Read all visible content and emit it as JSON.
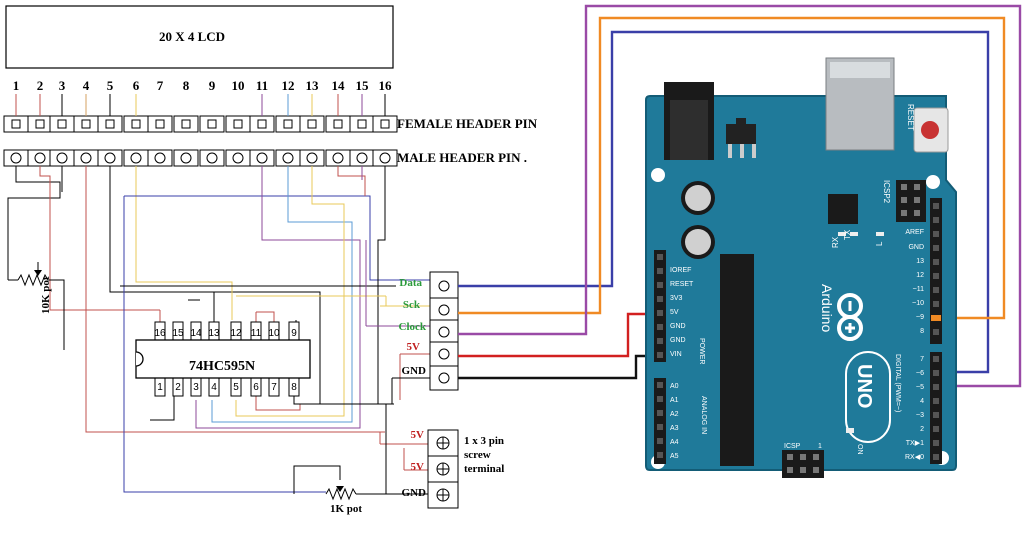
{
  "lcd": {
    "title": "20 X 4 LCD",
    "pins": [
      "1",
      "2",
      "3",
      "4",
      "5",
      "6",
      "7",
      "8",
      "9",
      "10",
      "11",
      "12",
      "13",
      "14",
      "15",
      "16"
    ]
  },
  "headers": {
    "female": "FEMALE HEADER PIN",
    "male": "MALE HEADER PIN ."
  },
  "pot10k": "10K pot",
  "pot1k": "1K pot",
  "ic": {
    "name": "74HC595N",
    "top_pins": [
      "16",
      "15",
      "14",
      "13",
      "12",
      "11",
      "10",
      "9"
    ],
    "bottom_pins": [
      "1",
      "2",
      "3",
      "4",
      "5",
      "6",
      "7",
      "8"
    ]
  },
  "connector": {
    "labels": [
      "Data",
      "Sck",
      "Clock",
      "5V",
      "GND"
    ]
  },
  "terminal": {
    "labels": [
      "5V",
      "5V",
      "GND"
    ],
    "title_lines": [
      "1 x 3 pin",
      "screw",
      "terminal"
    ]
  },
  "arduino": {
    "reset": "RESET",
    "icsp2": "ICSP2",
    "icsp": "ICSP",
    "aref": "AREF",
    "gnd": "GND",
    "digital_right": [
      "13",
      "12",
      "~11",
      "~10",
      "~9",
      "8"
    ],
    "digital_right2": [
      "7",
      "~6",
      "~5",
      "4",
      "~3",
      "2",
      "TX▶1",
      "RX◀0"
    ],
    "tx": "TX",
    "rx": "RX",
    "l": "L",
    "brand": "Arduino",
    "uno": "UNO",
    "on": "ON",
    "digital_label": "DIGITAL (PWM=~)",
    "power_label": "POWER",
    "analog_label": "ANALOG IN",
    "power_pins": [
      "IOREF",
      "RESET",
      "3V3",
      "5V",
      "GND",
      "GND",
      "VIN"
    ],
    "analog_pins": [
      "A0",
      "A1",
      "A2",
      "A3",
      "A4",
      "A5"
    ],
    "one": "1"
  },
  "colors": {
    "board": "#1f7a9a",
    "board_edge": "#135c76",
    "header": "#1a1a1a",
    "wire_blue": "#3a3fa8",
    "wire_orange": "#f08a24",
    "wire_purple": "#9a4aa6",
    "wire_red": "#d22020",
    "wire_black": "#111111",
    "label_green": "#2a9a3a",
    "label_red": "#c02020"
  }
}
